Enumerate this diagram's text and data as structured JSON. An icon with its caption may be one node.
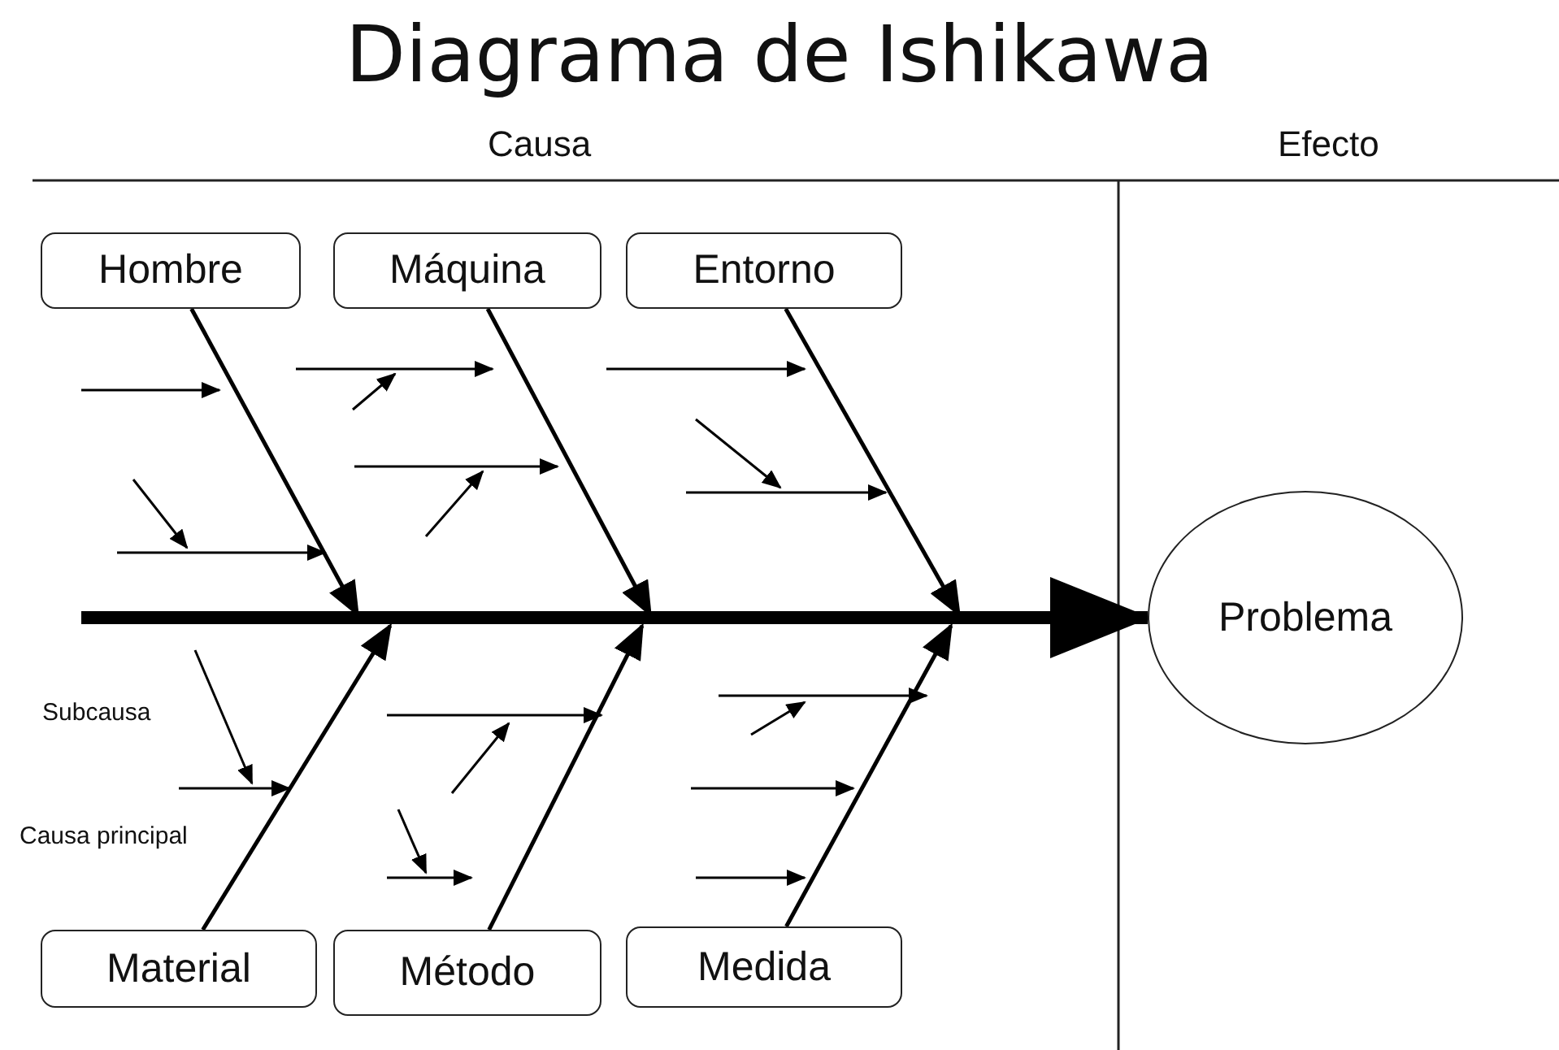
{
  "diagram": {
    "title": "Diagrama de Ishikawa",
    "nodes": [
      {
        "text": [
          "Hombre"
        ]
      },
      {
        "text": [
          "Máquina"
        ]
      },
      {
        "text": [
          "Entorno"
        ]
      },
      {
        "text": [
          "Material"
        ]
      },
      {
        "text": [
          "Método"
        ]
      },
      {
        "text": [
          "Medida"
        ]
      },
      {
        "text": [
          "Problema"
        ]
      }
    ],
    "edges": [
      {
        "from": 0,
        "to": null,
        "arrow": "to"
      },
      {
        "from": 1,
        "to": null,
        "arrow": "to"
      },
      {
        "from": 2,
        "to": null,
        "arrow": "to"
      },
      {
        "from": 3,
        "to": null,
        "arrow": "to"
      },
      {
        "from": 4,
        "to": null,
        "arrow": "to"
      },
      {
        "from": 5,
        "to": null,
        "arrow": "to"
      },
      {
        "from": null,
        "to": 6,
        "arrow": "to",
        "style": "thick"
      }
    ],
    "labels": [
      "Causa",
      "Efecto",
      "Subcausa",
      "Causa principal"
    ]
  }
}
